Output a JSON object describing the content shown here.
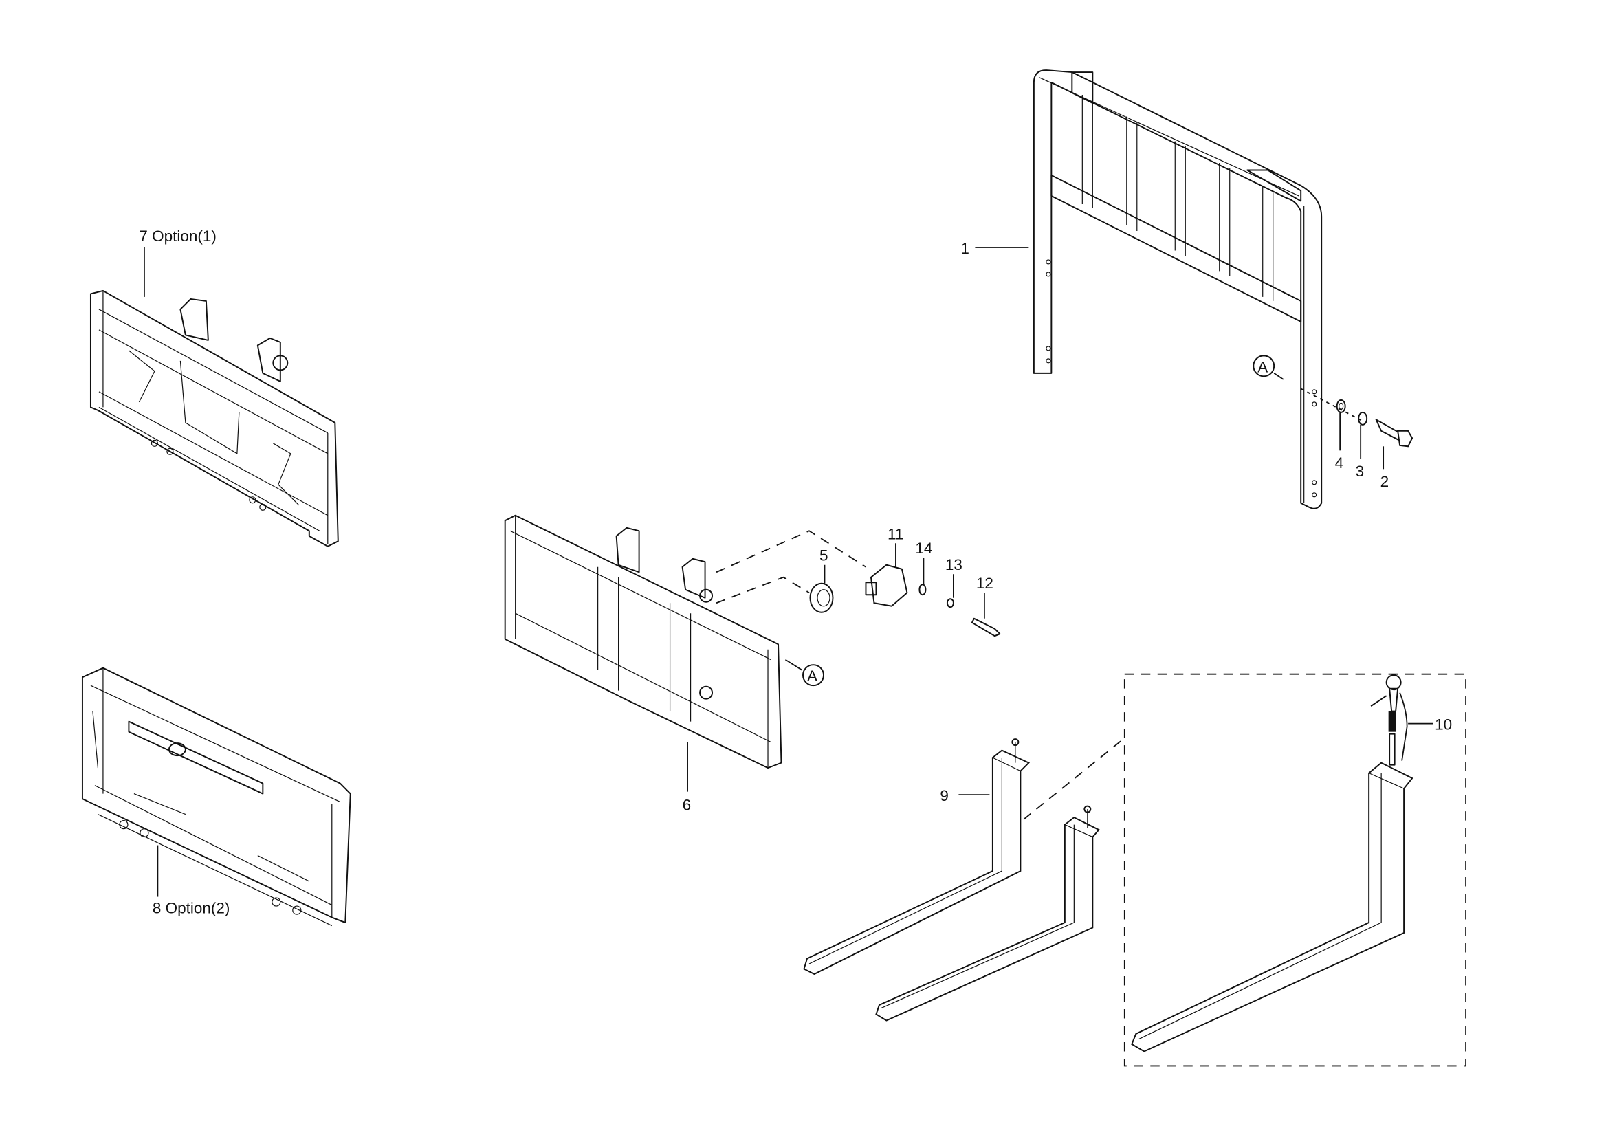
{
  "diagram": {
    "labels": {
      "p1": "1",
      "p2": "2",
      "p3": "3",
      "p4": "4",
      "p5": "5",
      "p6": "6",
      "p7": "7 Option(1)",
      "p8": "8 Option(2)",
      "p9": "9",
      "p10": "10",
      "p11": "11",
      "p12": "12",
      "p13": "13",
      "p14": "14",
      "refA1": "A",
      "refA2": "A"
    }
  }
}
